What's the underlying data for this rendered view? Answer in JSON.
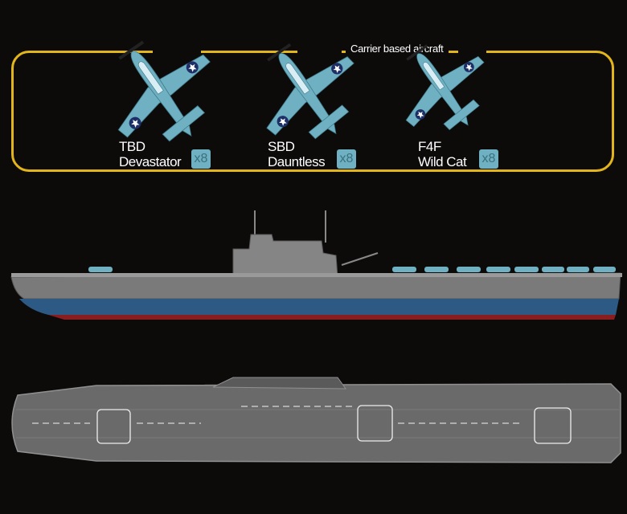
{
  "section_title": "Carrier based aircraft",
  "aircraft": [
    {
      "type": "TBD",
      "name": "Devastator",
      "count": "x8"
    },
    {
      "type": "SBD",
      "name": "Dauntless",
      "count": "x8"
    },
    {
      "type": "F4F",
      "name": "Wild Cat",
      "count": "x8"
    }
  ],
  "colors": {
    "frame": "#e2b51c",
    "aircraft": "#6fb1c2",
    "roundel": "#1d2f66",
    "hull_blue": "#2d5a85",
    "hull_red": "#8a1d1d",
    "deck_gray": "#6a6a6a"
  }
}
